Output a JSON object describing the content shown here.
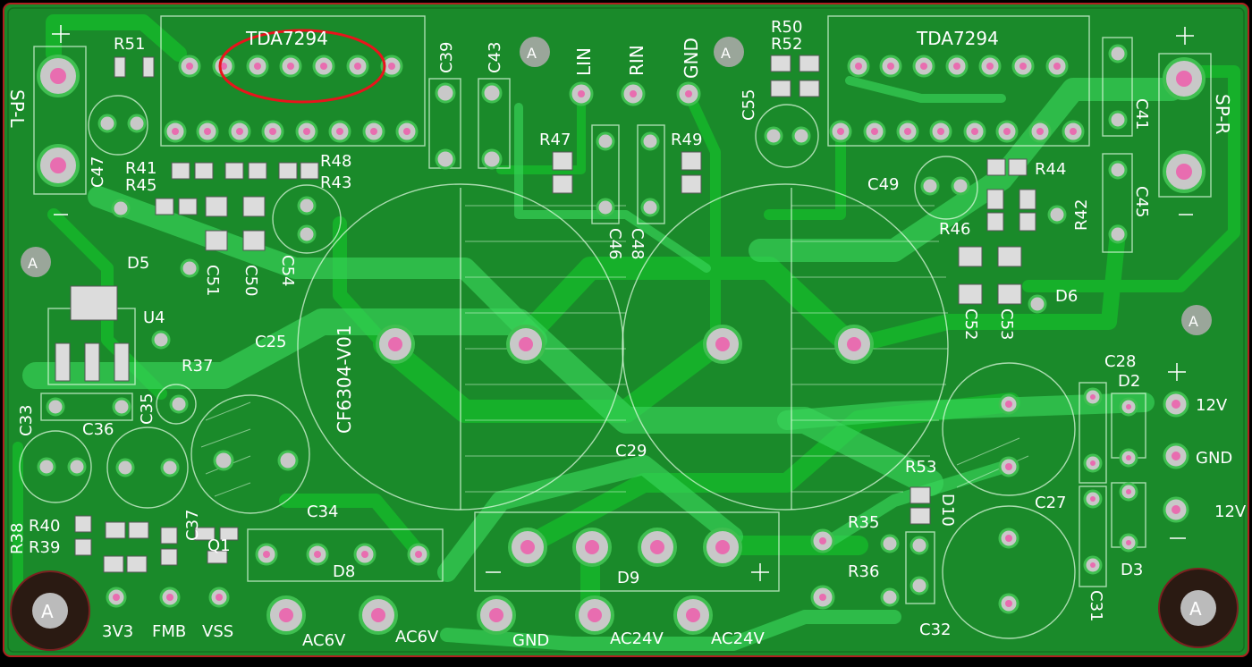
{
  "colors": {
    "board": "#1a8a2a",
    "copper_bottom": "#16b02a",
    "copper_top": "#39d65a",
    "silk": "#ffffff",
    "pad": "#c0c0c0",
    "drill": "#e86db0",
    "highlight": "#e8141c",
    "outline": "#b02020"
  },
  "labels": {
    "ic_left": "TDA7294",
    "ic_right": "TDA7294",
    "sp_l": "SP-L",
    "sp_r": "SP-R",
    "lin": "LIN",
    "rin": "RIN",
    "gnd_top": "GND",
    "cap_main": "CF6304-V01",
    "v12_top": "12V",
    "gnd_right": "GND",
    "v12_bottom": "12V",
    "p3v3": "3V3",
    "fmb": "FMB",
    "vss": "VSS",
    "ac6v_1": "AC6V",
    "ac6v_2": "AC6V",
    "gnd_bottom": "GND",
    "ac24v_1": "AC24V",
    "ac24v_2": "AC24V",
    "mount": "A"
  },
  "refs": {
    "r51": "R51",
    "c39": "C39",
    "c43": "C43",
    "r50": "R50",
    "r52": "R52",
    "c55": "C55",
    "c41": "C41",
    "c47": "C47",
    "r41": "R41",
    "r45": "R45",
    "r48": "R48",
    "r43": "R43",
    "r47": "R47",
    "r49": "R49",
    "c46": "C46",
    "c48": "C48",
    "r44": "R44",
    "c49": "C49",
    "r42": "R42",
    "c45": "C45",
    "r46": "R46",
    "d5": "D5",
    "c51": "C51",
    "c50": "C50",
    "c54": "C54",
    "d6": "D6",
    "c52": "C52",
    "c53": "C53",
    "u4": "U4",
    "r37": "R37",
    "c25": "C25",
    "c28": "C28",
    "d2": "D2",
    "c33": "C33",
    "c35": "C35",
    "c36": "C36",
    "c29": "C29",
    "r53": "R53",
    "d10": "D10",
    "c27": "C27",
    "r38": "R38",
    "r40": "R40",
    "r39": "R39",
    "c37": "C37",
    "q1": "Q1",
    "c34": "C34",
    "d8": "D8",
    "d9": "D9",
    "r35": "R35",
    "r36": "R36",
    "c31": "C31",
    "d3": "D3",
    "c32": "C32"
  }
}
